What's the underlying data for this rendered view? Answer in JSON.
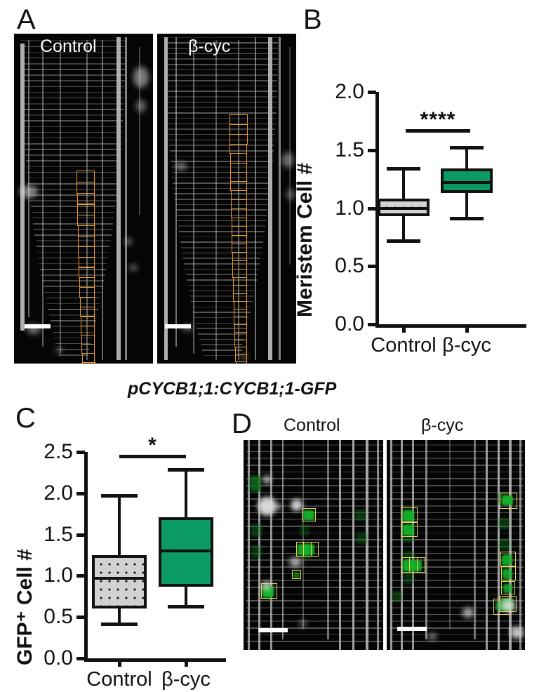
{
  "figure": {
    "center_title": "pCYCB1;1:CYCB1;1-GFP"
  },
  "panels": {
    "a": {
      "letter": "A",
      "left_image_label": "Control",
      "right_image_label": "β-cyc"
    },
    "b": {
      "letter": "B"
    },
    "c": {
      "letter": "C"
    },
    "d": {
      "letter": "D",
      "left_image_label": "Control",
      "right_image_label": "β-cyc"
    }
  },
  "chart_data": [
    {
      "panel": "B",
      "type": "box",
      "title": "",
      "xlabel": "",
      "ylabel": "Meristem Cell #",
      "ylim": [
        0.0,
        2.0
      ],
      "yticks": [
        "0.0",
        "0.5",
        "1.0",
        "1.5",
        "2.0"
      ],
      "ytick_values": [
        0.0,
        0.5,
        1.0,
        1.5,
        2.0
      ],
      "grid": false,
      "legend": "none",
      "categories": [
        "Control",
        "β-cyc"
      ],
      "boxes": [
        {
          "name": "Control",
          "fill": "grey-stipple",
          "whisker_low": 0.72,
          "q1": 0.93,
          "median": 1.0,
          "q3": 1.08,
          "whisker_high": 1.34
        },
        {
          "name": "β-cyc",
          "fill": "green",
          "whisker_low": 0.91,
          "q1": 1.13,
          "median": 1.22,
          "q3": 1.34,
          "whisker_high": 1.52
        }
      ],
      "annotations": [
        {
          "text": "****",
          "meaning": "significance",
          "between": [
            "Control",
            "β-cyc"
          ]
        }
      ]
    },
    {
      "panel": "C",
      "type": "box",
      "title": "",
      "xlabel": "",
      "ylabel": "GFP⁺ Cell #",
      "ylim": [
        0.0,
        2.5
      ],
      "yticks": [
        "0.0",
        "0.5",
        "1.0",
        "1.5",
        "2.0",
        "2.5"
      ],
      "ytick_values": [
        0.0,
        0.5,
        1.0,
        1.5,
        2.0,
        2.5
      ],
      "grid": false,
      "legend": "none",
      "categories": [
        "Control",
        "β-cyc"
      ],
      "boxes": [
        {
          "name": "Control",
          "fill": "grey-stipple",
          "whisker_low": 0.42,
          "q1": 0.6,
          "median": 0.97,
          "q3": 1.25,
          "whisker_high": 1.97
        },
        {
          "name": "β-cyc",
          "fill": "green",
          "whisker_low": 0.63,
          "q1": 0.87,
          "median": 1.3,
          "q3": 1.71,
          "whisker_high": 2.29
        }
      ],
      "annotations": [
        {
          "text": "*",
          "meaning": "significance",
          "between": [
            "Control",
            "β-cyc"
          ]
        }
      ]
    }
  ],
  "colors": {
    "treatment_green": "#0b9a64",
    "control_grey": "#d2d2d2",
    "axis_black": "#111111",
    "cell_outline_orange": "#e8992b",
    "cell_outline_yellow": "#e8d44a",
    "gfp_green": "#14b32c"
  }
}
